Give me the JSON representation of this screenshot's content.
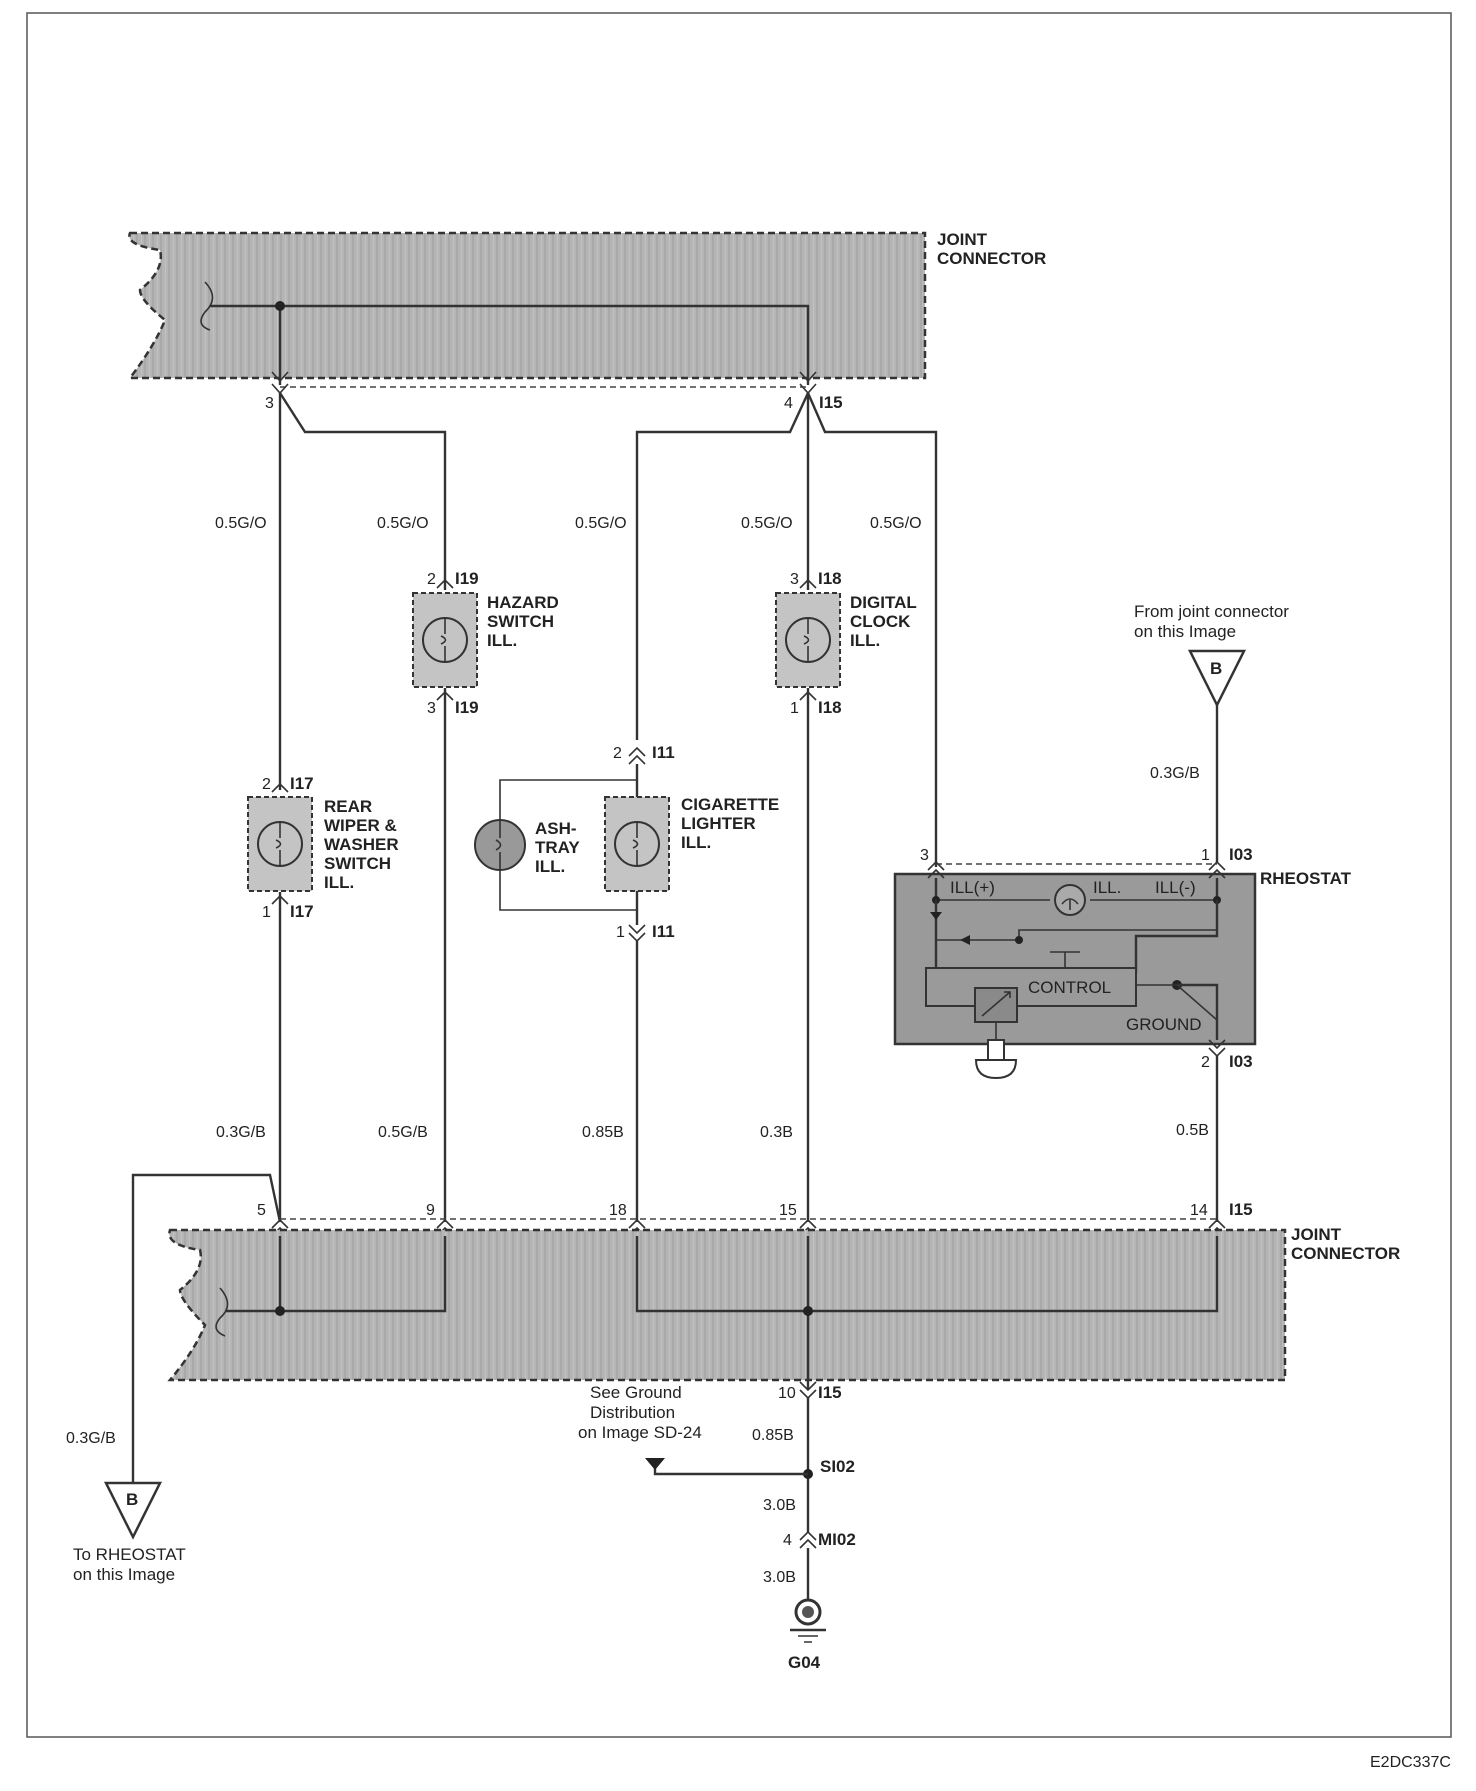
{
  "joint_connector_top": {
    "label_line1": "JOINT",
    "label_line2": "CONNECTOR"
  },
  "joint_connector_bottom": {
    "label_line1": "JOINT",
    "label_line2": "CONNECTOR"
  },
  "top_pins": {
    "pin_left": "3",
    "pin_right": "4",
    "connector_id": "I15"
  },
  "wire_labels_top": [
    "0.5G/O",
    "0.5G/O",
    "0.5G/O",
    "0.5G/O",
    "0.5G/O"
  ],
  "hazard": {
    "line1": "HAZARD",
    "line2": "SWITCH",
    "line3": "ILL.",
    "pin_top": "2",
    "conn_top": "I19",
    "pin_bottom": "3",
    "conn_bottom": "I19"
  },
  "clock": {
    "line1": "DIGITAL",
    "line2": "CLOCK",
    "line3": "ILL.",
    "pin_top": "3",
    "conn_top": "I18",
    "pin_bottom": "1",
    "conn_bottom": "I18"
  },
  "rear_wiper": {
    "line1": "REAR",
    "line2": "WIPER &",
    "line3": "WASHER",
    "line4": "SWITCH",
    "line5": "ILL.",
    "pin_top": "2",
    "conn_top": "I17",
    "pin_bottom": "1",
    "conn_bottom": "I17"
  },
  "cigarette": {
    "line1": "CIGARETTE",
    "line2": "LIGHTER",
    "line3": "ILL.",
    "pin_top": "2",
    "conn_top": "I11",
    "pin_bottom": "1",
    "conn_bottom": "I11"
  },
  "ashtray": {
    "line1": "ASH-",
    "line2": "TRAY",
    "line3": "ILL."
  },
  "from_joint": {
    "line1": "From joint connector",
    "line2": "on this Image",
    "symbol": "B"
  },
  "rheostat": {
    "name": "RHEOSTAT",
    "ill_plus": "ILL(+)",
    "ill": "ILL.",
    "ill_minus": "ILL(-)",
    "control": "CONTROL",
    "ground": "GROUND",
    "pin_3": "3",
    "pin_1": "1",
    "conn_top": "I03",
    "pin_2": "2",
    "conn_bottom": "I03",
    "wire_in": "0.3G/B",
    "wire_out": "0.5B"
  },
  "wire_labels_bottom": [
    "0.3G/B",
    "0.5G/B",
    "0.85B",
    "0.3B"
  ],
  "bottom_pins": {
    "pin_5": "5",
    "pin_9": "9",
    "pin_18": "18",
    "pin_15": "15",
    "pin_14": "14",
    "connector_id": "I15"
  },
  "to_rheostat": {
    "line1": "To RHEOSTAT",
    "line2": "on this Image",
    "symbol": "B",
    "wire": "0.3G/B"
  },
  "ground_path": {
    "pin_10": "10",
    "conn_10": "I15",
    "see_line1": "See Ground",
    "see_line2": "Distribution",
    "see_line3": "on Image SD-24",
    "wire_1": "0.85B",
    "splice": "SI02",
    "wire_2": "3.0B",
    "pin_4": "4",
    "conn_4": "MI02",
    "wire_3": "3.0B",
    "ground_id": "G04"
  },
  "figure_code": "E2DC337C"
}
